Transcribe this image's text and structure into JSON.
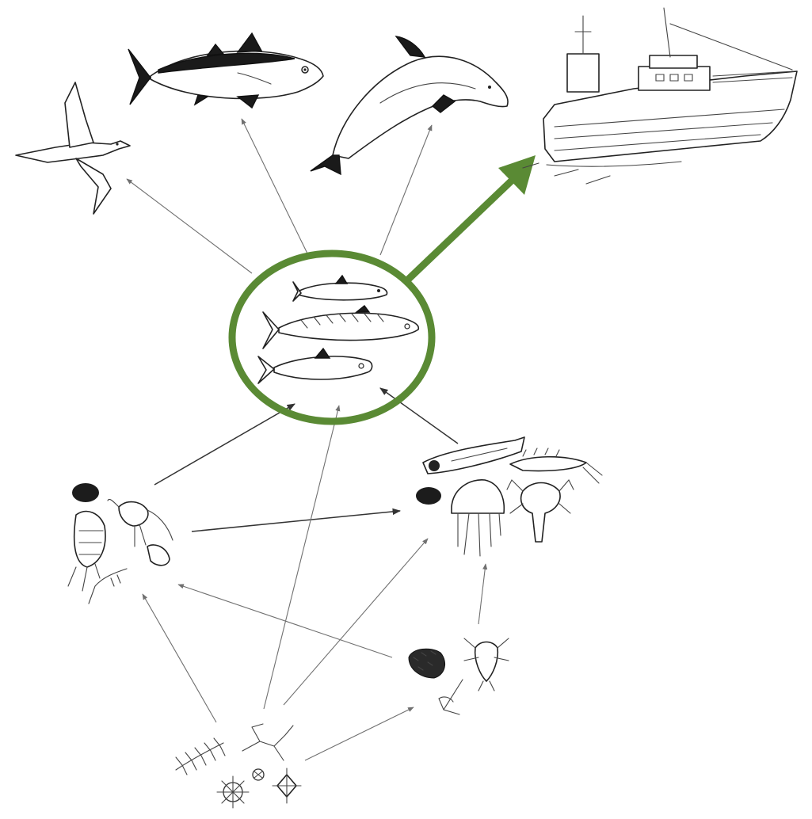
{
  "colors": {
    "highlight": "#5a8a34",
    "arrow_thin": "#707070",
    "arrow_dark": "#333333",
    "ink": "#222222",
    "background": "#ffffff"
  },
  "nodes": [
    {
      "id": "gannet",
      "icon": "seabird-icon"
    },
    {
      "id": "tuna",
      "icon": "tuna-icon"
    },
    {
      "id": "dolphin",
      "icon": "dolphin-icon"
    },
    {
      "id": "fishing-vessel",
      "icon": "trawler-icon"
    },
    {
      "id": "forage-fish",
      "icon": "forage-fish-icon",
      "highlighted": true
    },
    {
      "id": "zooplankton",
      "icon": "copepod-icon"
    },
    {
      "id": "gelatinous-and-larval-prey",
      "icon": "jellyfish-larva-icon"
    },
    {
      "id": "microzooplankton",
      "icon": "larval-plankton-icon"
    },
    {
      "id": "phytoplankton",
      "icon": "diatom-icon"
    }
  ]
}
